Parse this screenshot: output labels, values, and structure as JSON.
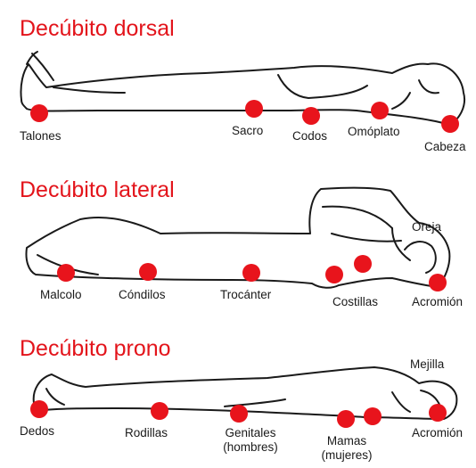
{
  "colors": {
    "accent": "#e3141b",
    "pressure_point": "#e8141c",
    "outline": "#1a1a1a"
  },
  "sections": [
    {
      "title": "Decúbito dorsal",
      "points": [
        "Talones",
        "Sacro",
        "Codos",
        "Omóplato",
        "Cabeza"
      ]
    },
    {
      "title": "Decúbito lateral",
      "points": [
        "Oreja",
        "Malcolo",
        "Cóndilos",
        "Trocánter",
        "Costillas",
        "Acromión"
      ]
    },
    {
      "title": "Decúbito prono",
      "points": [
        "Mejilla",
        "Dedos",
        "Rodillas",
        "Genitales (hombres)",
        "Mamas (mujeres)",
        "Acromión"
      ]
    }
  ]
}
